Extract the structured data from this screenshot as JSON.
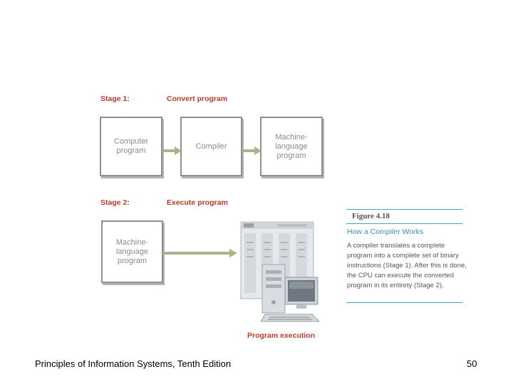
{
  "diagram": {
    "stage1": {
      "label": "Stage 1:",
      "title": "Convert program"
    },
    "stage2": {
      "label": "Stage 2:",
      "title": "Execute program"
    },
    "boxes": {
      "computer_program": "Computer\nprogram",
      "compiler": "Compiler",
      "machine_language_program_1": "Machine-\nlanguage\nprogram",
      "machine_language_program_2": "Machine-\nlanguage\nprogram"
    },
    "program_execution": "Program execution",
    "colors": {
      "label_red": "#c0392b",
      "arrow_green": "#a7b58a",
      "figure_blue": "#3fa6c4"
    }
  },
  "figure": {
    "title": "Figure 4.18",
    "subtitle": "How a Compiler Works",
    "caption": "A compiler translates a complete program into a complete set of binary instructions (Stage 1). After this is done, the CPU can execute the converted program in its entirety (Stage 2)."
  },
  "footer": {
    "title": "Principles of Information Systems, Tenth Edition",
    "page": "50"
  }
}
